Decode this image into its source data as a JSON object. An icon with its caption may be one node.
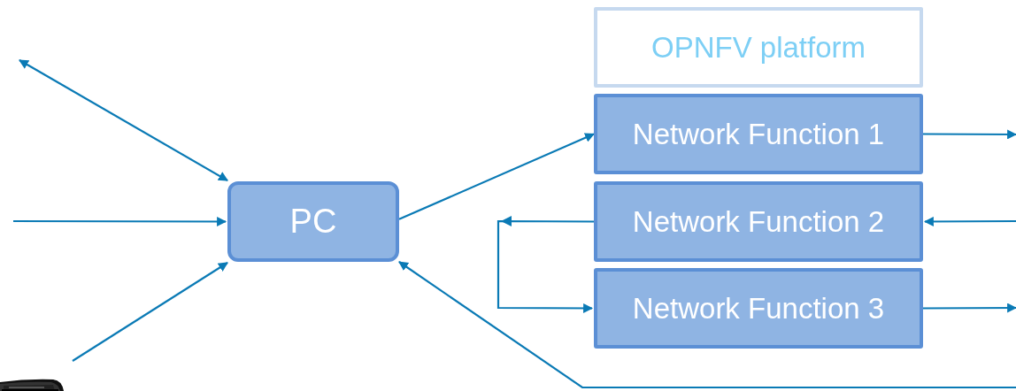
{
  "diagram": {
    "nodes": [
      {
        "text": [
          "PC"
        ]
      },
      {
        "text": [
          "OPNFV platform"
        ]
      },
      {
        "text": [
          "Network Function 1"
        ]
      },
      {
        "text": [
          "Network Function 2"
        ]
      },
      {
        "text": [
          "Network Function 3"
        ]
      }
    ],
    "edges": [
      {
        "from": null,
        "to": 0,
        "arrow": "both"
      },
      {
        "from": null,
        "to": 0,
        "arrow": "to"
      },
      {
        "from": null,
        "to": 0,
        "arrow": "to"
      },
      {
        "from": 0,
        "to": 2,
        "arrow": "to"
      },
      {
        "from": 3,
        "to": 4,
        "arrow": "to"
      },
      {
        "from": 2,
        "to": null,
        "arrow": "to"
      },
      {
        "from": null,
        "to": 3,
        "arrow": "to"
      },
      {
        "from": 4,
        "to": null,
        "arrow": "to"
      },
      {
        "from": null,
        "to": 0,
        "arrow": "to"
      }
    ]
  }
}
